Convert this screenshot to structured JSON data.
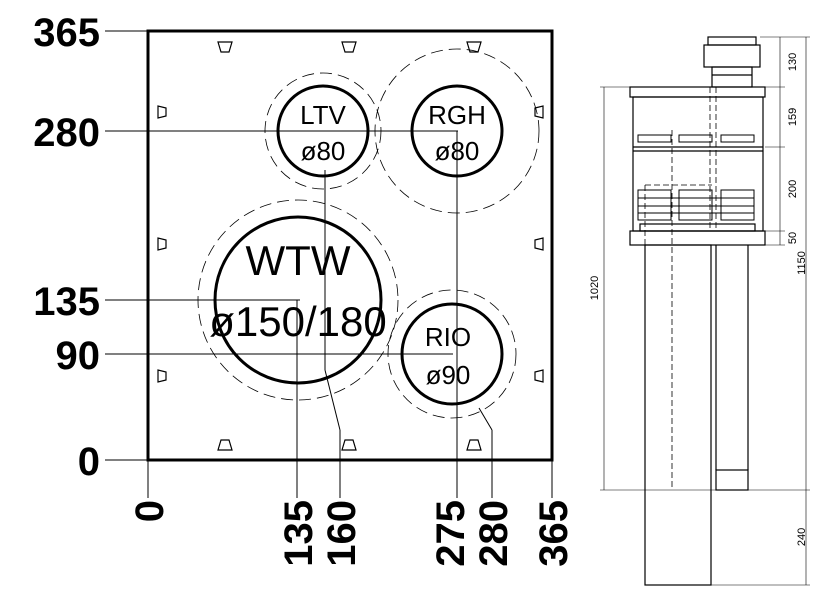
{
  "plate": {
    "y_labels": [
      "365",
      "280",
      "135",
      "90",
      "0"
    ],
    "x_labels": [
      "0",
      "135",
      "160",
      "275",
      "280",
      "365"
    ],
    "openings": [
      {
        "name": "LTV",
        "diameter": "ø80"
      },
      {
        "name": "RGH",
        "diameter": "ø80"
      },
      {
        "name": "WTW",
        "diameter": "ø150/180"
      },
      {
        "name": "RIO",
        "diameter": "ø90"
      }
    ]
  },
  "side_view": {
    "dimensions": {
      "top": "130",
      "upper": "159",
      "middle": "200",
      "lower": "50",
      "total_left": "1020",
      "total_right": "1150",
      "bottom": "240"
    }
  }
}
